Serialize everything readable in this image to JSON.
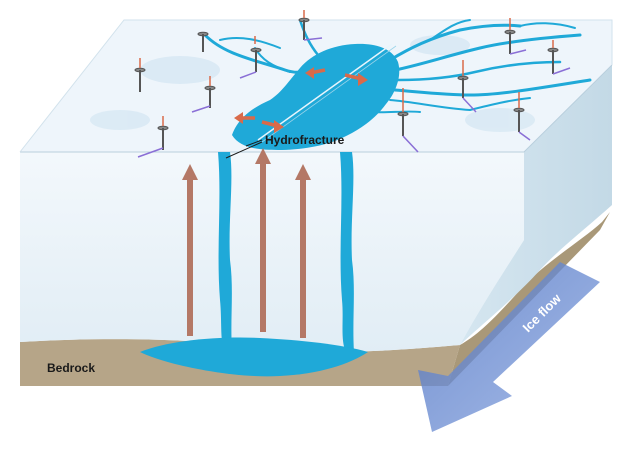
{
  "labels": {
    "hydrofracture": "Hydrofracture",
    "bedrock": "Bedrock",
    "ice_flow": "Ice flow"
  },
  "colors": {
    "ice_top": "#eaf3fa",
    "ice_front": "#e6f1f8",
    "ice_side": "#cfe2ee",
    "meltwater": "#1fa9d8",
    "bedrock": "#b6a588",
    "uplift_arrow": "#b47866",
    "flow_arrow": "#6f8fd0",
    "gps_pole": "#555555",
    "vector_red": "#d96a4a",
    "vector_purple": "#8a6fd6"
  },
  "icons": {
    "gps_station": "gps-station-icon",
    "uplift_arrow": "uplift-arrow-icon",
    "flow_arrow": "ice-flow-arrow-icon"
  }
}
